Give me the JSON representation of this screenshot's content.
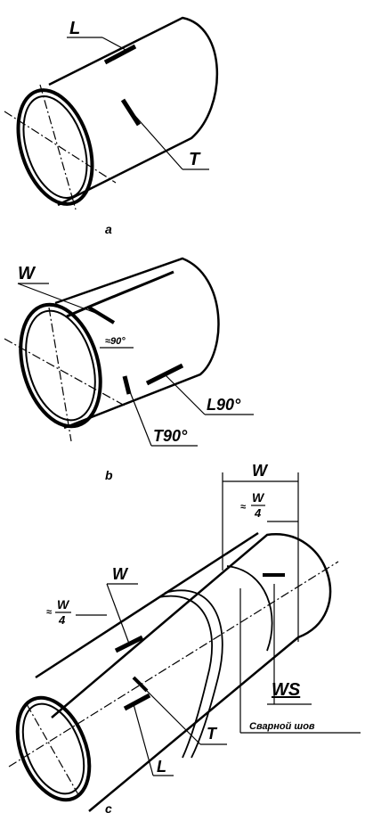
{
  "figure_a": {
    "label_L": "L",
    "label_T": "T",
    "caption": "a"
  },
  "figure_b": {
    "label_W": "W",
    "label_angle": "≈90°",
    "label_L90": "L90°",
    "label_T90": "T90°",
    "caption": "b"
  },
  "figure_c": {
    "label_W_top": "W",
    "label_W4_prefix": "≈",
    "label_W4_num": "W",
    "label_W4_den": "4",
    "label_W_mid": "W",
    "label_W4_left_prefix": "≈",
    "label_W4_left_num": "W",
    "label_W4_left_den": "4",
    "label_WS": "WS",
    "label_weld": "Сварной шов",
    "label_T": "T",
    "label_L": "L",
    "caption": "c"
  }
}
